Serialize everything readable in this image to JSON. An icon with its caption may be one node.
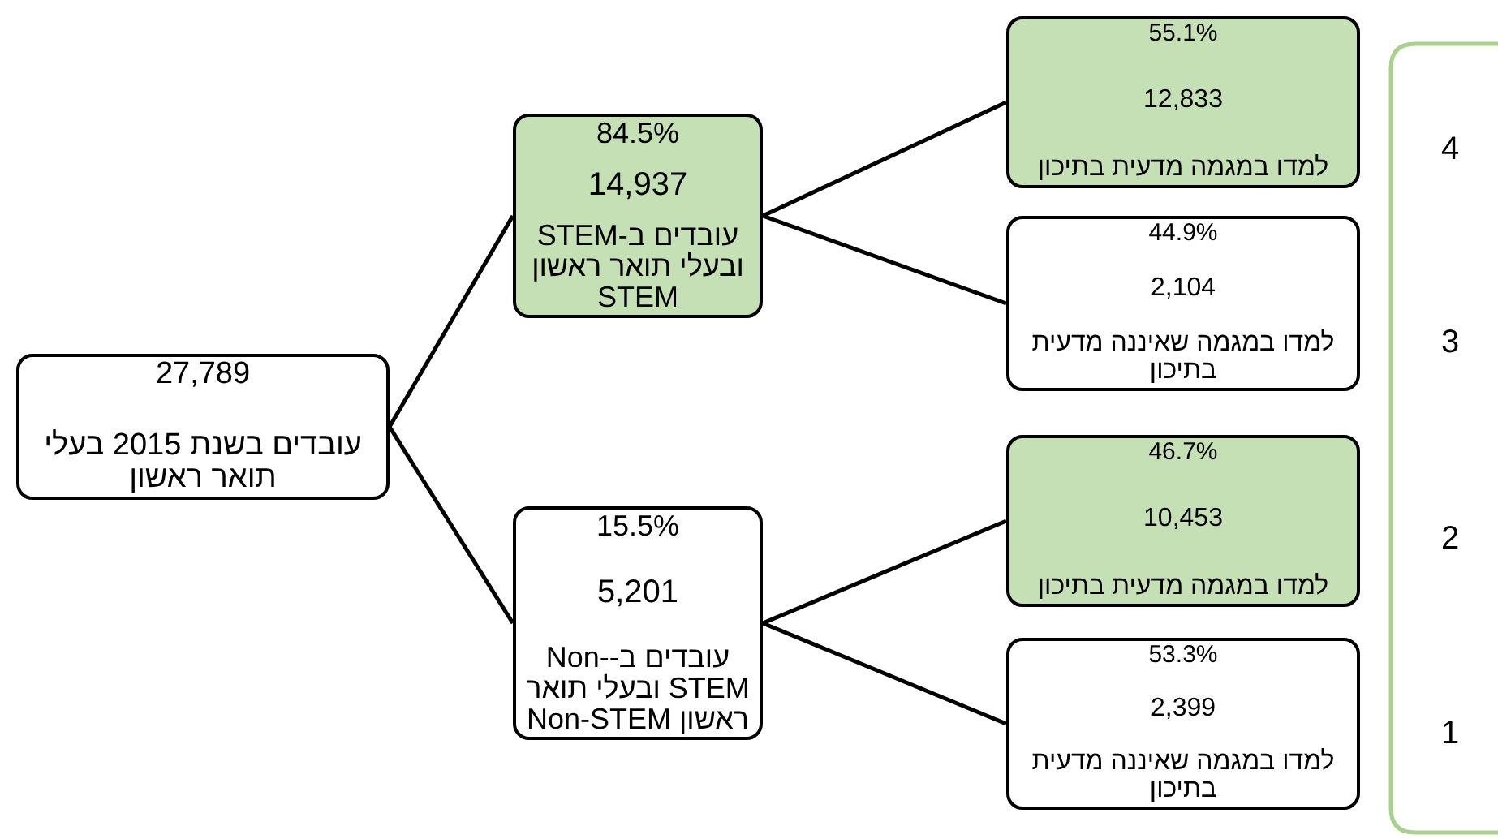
{
  "diagram": {
    "nodes": [
      {
        "text": [
          "27,789",
          "עובדים בשנת 2015 בעלי תואר ראשון"
        ]
      },
      {
        "text": [
          "84.5%",
          "14,937",
          "עובדים ב-STEM ובעלי תואר ראשון STEM"
        ]
      },
      {
        "text": [
          "15.5%",
          "5,201",
          "עובדים ב-Non-STEM ובעלי תואר ראשון Non-STEM"
        ]
      },
      {
        "text": [
          "55.1%",
          "12,833",
          "למדו במגמה מדעית בתיכון"
        ]
      },
      {
        "text": [
          "44.9%",
          "2,104",
          "למדו במגמה שאיננה מדעית בתיכון"
        ]
      },
      {
        "text": [
          "46.7%",
          "10,453",
          "למדו במגמה מדעית בתיכון"
        ]
      },
      {
        "text": [
          "53.3%",
          "2,399",
          "למדו במגמה שאיננה מדעית בתיכון"
        ]
      }
    ],
    "edges": [
      {
        "from": 0,
        "to": 1,
        "arrow": "none"
      },
      {
        "from": 0,
        "to": 2,
        "arrow": "none"
      },
      {
        "from": 1,
        "to": 3,
        "arrow": "none"
      },
      {
        "from": 1,
        "to": 4,
        "arrow": "none"
      },
      {
        "from": 2,
        "to": 5,
        "arrow": "none"
      },
      {
        "from": 2,
        "to": 6,
        "arrow": "none"
      }
    ],
    "labels": [
      "4",
      "3",
      "2",
      "1"
    ]
  }
}
